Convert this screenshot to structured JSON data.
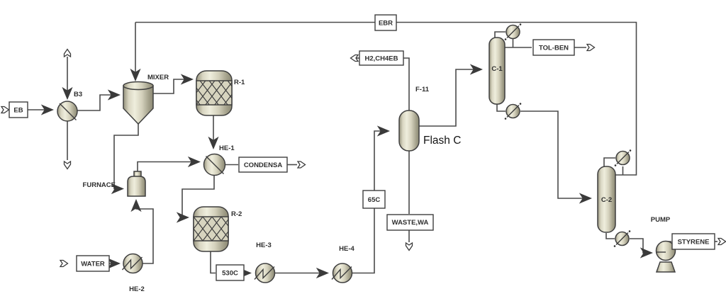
{
  "diagram": {
    "annotation": {
      "flash_label": "Flash C"
    },
    "equipment": {
      "b3": "B3",
      "mixer": "MIXER",
      "furnace": "FURNACE",
      "he1": "HE-1",
      "he2": "HE-2",
      "he3": "HE-3",
      "he4": "HE-4",
      "r1": "R-1",
      "r2": "R-2",
      "f11": "F-11",
      "c1": "C-1",
      "c2": "C-2",
      "pump": "PUMP"
    },
    "streams": {
      "eb": "EB",
      "ebr": "EBR",
      "condensa": "CONDENSA",
      "water": "WATER",
      "s530c": "530C",
      "s65c": "65C",
      "h2ch4": "H2,CH4EB",
      "waste": "WASTE,WA",
      "tolben": "TOL-BEN",
      "styrene": "STYRENE"
    },
    "colors": {
      "line": "#4a4a4a",
      "vessel_light": "#efeedd",
      "vessel_dark": "#8b8873",
      "text": "#2e2e2e",
      "background": "#ffffff"
    }
  }
}
